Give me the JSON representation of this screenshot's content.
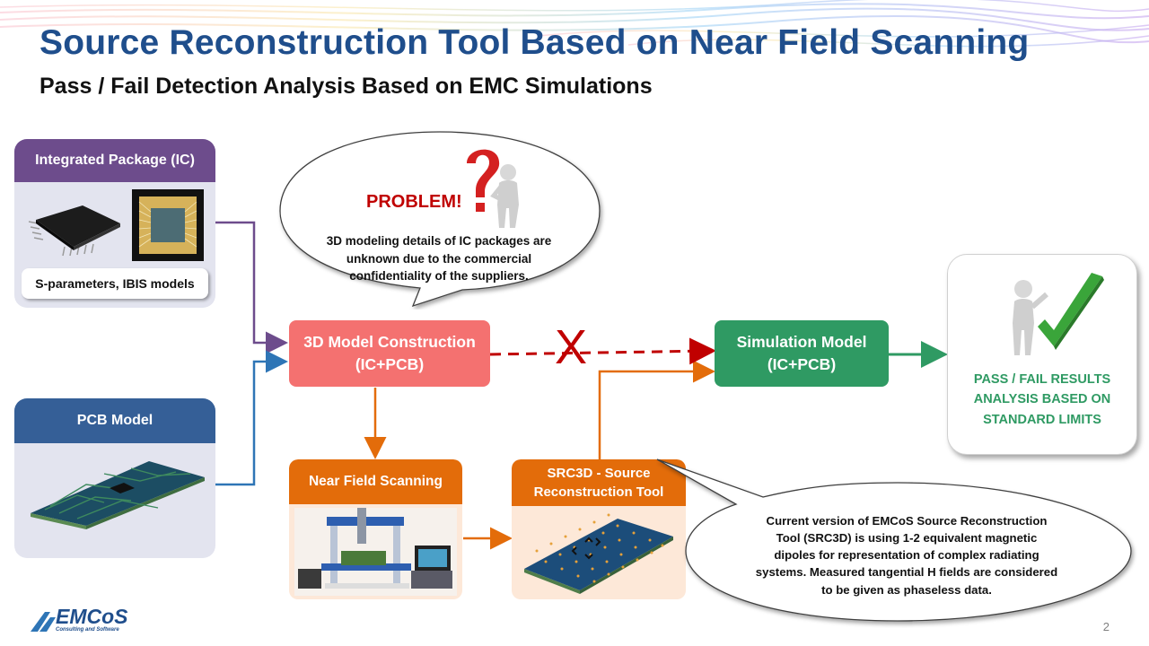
{
  "header": {
    "title": "Source Reconstruction Tool Based on Near Field Scanning",
    "subtitle": "Pass / Fail Detection Analysis Based on EMC Simulations"
  },
  "ic_panel": {
    "title": "Integrated Package (IC)",
    "models_label": "S-parameters, IBIS models"
  },
  "pcb_panel": {
    "title": "PCB Model"
  },
  "problem_bubble": {
    "heading": "PROBLEM!",
    "text": "3D modeling details of IC packages are unknown due to the commercial confidentiality of the suppliers."
  },
  "boxes": {
    "model_construction": "3D Model Construction (IC+PCB)",
    "simulation_model": "Simulation Model (IC+PCB)",
    "near_field_scanning": "Near Field Scanning",
    "src3d": "SRC3D - Source Reconstruction Tool"
  },
  "blocked_mark": "X",
  "result": {
    "text": "PASS / FAIL RESULTS ANALYSIS BASED ON STANDARD LIMITS"
  },
  "src3d_bubble": {
    "text": "Current version of EMCoS Source Reconstruction Tool (SRC3D) is using 1-2 equivalent magnetic dipoles for representation of complex radiating systems. Measured tangential H fields are considered to be given as phaseless data."
  },
  "logo": {
    "name": "EMCoS",
    "tagline": "Consulting and Software"
  },
  "page_number": "2",
  "colors": {
    "title": "#1f4e8c",
    "ic_header": "#6d4c8c",
    "pcb_header": "#355f97",
    "problem": "#c00000",
    "model_box": "#f47170",
    "sim_box": "#2f9a63",
    "orange": "#e36c0a",
    "check": "#3aa53a"
  }
}
